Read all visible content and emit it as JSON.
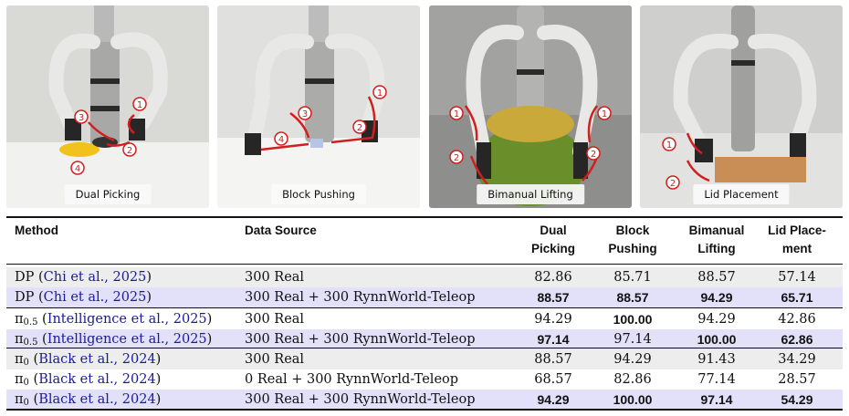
{
  "panels": [
    {
      "caption": "Dual Picking",
      "markers": [
        "1",
        "2",
        "3",
        "4"
      ]
    },
    {
      "caption": "Block Pushing",
      "markers": [
        "1",
        "2",
        "3",
        "4"
      ]
    },
    {
      "caption": "Bimanual Lifting",
      "markers": [
        "1",
        "2",
        "1",
        "2"
      ]
    },
    {
      "caption": "Lid Placement",
      "markers": [
        "1",
        "2"
      ]
    }
  ],
  "table": {
    "headers": {
      "method": "Method",
      "source": "Data Source",
      "task1": [
        "Dual",
        "Picking"
      ],
      "task2": [
        "Block",
        "Pushing"
      ],
      "task3": [
        "Bimanual",
        "Lifting"
      ],
      "task4": [
        "Lid Place-",
        "ment"
      ]
    },
    "rows": [
      {
        "name": "DP",
        "sub": "",
        "cite": "Chi et al., 2025",
        "source": "300 Real",
        "values": [
          "82.86",
          "85.71",
          "88.57",
          "57.14"
        ],
        "bold": [
          false,
          false,
          false,
          false
        ],
        "shade": "gray"
      },
      {
        "name": "DP",
        "sub": "",
        "cite": "Chi et al., 2025",
        "source": "300 Real + 300 RynnWorld-Teleop",
        "values": [
          "88.57",
          "88.57",
          "94.29",
          "65.71"
        ],
        "bold": [
          true,
          true,
          true,
          true
        ],
        "shade": "lav"
      },
      {
        "name": "π",
        "sub": "0.5",
        "cite": "Intelligence et al., 2025",
        "source": "300 Real",
        "values": [
          "94.29",
          "100.00",
          "94.29",
          "42.86"
        ],
        "bold": [
          false,
          true,
          false,
          false
        ],
        "shade": "none"
      },
      {
        "name": "π",
        "sub": "0.5",
        "cite": "Intelligence et al., 2025",
        "source": "300 Real + 300 RynnWorld-Teleop",
        "values": [
          "97.14",
          "97.14",
          "100.00",
          "62.86"
        ],
        "bold": [
          true,
          false,
          true,
          true
        ],
        "shade": "lav"
      },
      {
        "name": "π",
        "sub": "0",
        "cite": "Black et al., 2024",
        "source": "300 Real",
        "values": [
          "88.57",
          "94.29",
          "91.43",
          "34.29"
        ],
        "bold": [
          false,
          false,
          false,
          false
        ],
        "shade": "gray"
      },
      {
        "name": "π",
        "sub": "0",
        "cite": "Black et al., 2024",
        "source": "0 Real + 300 RynnWorld-Teleop",
        "values": [
          "68.57",
          "82.86",
          "77.14",
          "28.57"
        ],
        "bold": [
          false,
          false,
          false,
          false
        ],
        "shade": "none"
      },
      {
        "name": "π",
        "sub": "0",
        "cite": "Black et al., 2024",
        "source": "300 Real + 300 RynnWorld-Teleop",
        "values": [
          "94.29",
          "100.00",
          "97.14",
          "54.29"
        ],
        "bold": [
          true,
          true,
          true,
          true
        ],
        "shade": "lav"
      }
    ]
  },
  "colors": {
    "arrow": "#d11f1f",
    "shade_gray": "#ededed",
    "shade_lav": "#e3e1fa",
    "cite": "#1a1a9c"
  }
}
